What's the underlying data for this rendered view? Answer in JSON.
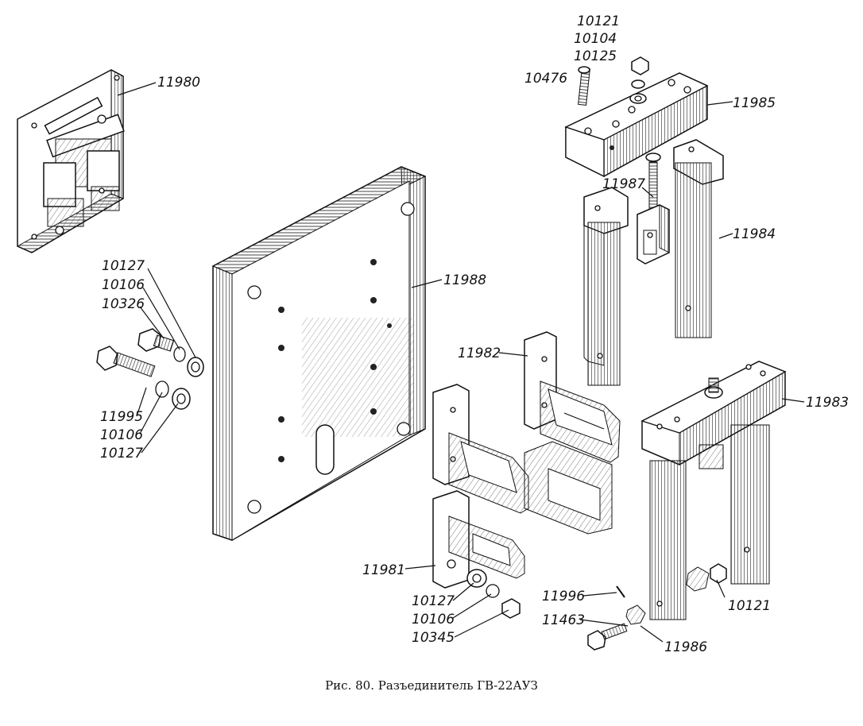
{
  "caption": "Рис. 80. Разъединитель ГВ-22АУЗ",
  "labels": {
    "p11980": "11980",
    "p10121_top": "10121",
    "p10104": "10104",
    "p10125": "10125",
    "p10476": "10476",
    "p11985": "11985",
    "p11987": "11987",
    "p11984": "11984",
    "p11988": "11988",
    "p10127_a": "10127",
    "p10106_a": "10106",
    "p10326": "10326",
    "p11995": "11995",
    "p10106_b": "10106",
    "p10127_b": "10127",
    "p11982": "11982",
    "p11983": "11983",
    "p11981": "11981",
    "p10127_c": "10127",
    "p10106_c": "10106",
    "p10345": "10345",
    "p11996": "11996",
    "p11463": "11463",
    "p11986": "11986",
    "p10121_bot": "10121"
  }
}
